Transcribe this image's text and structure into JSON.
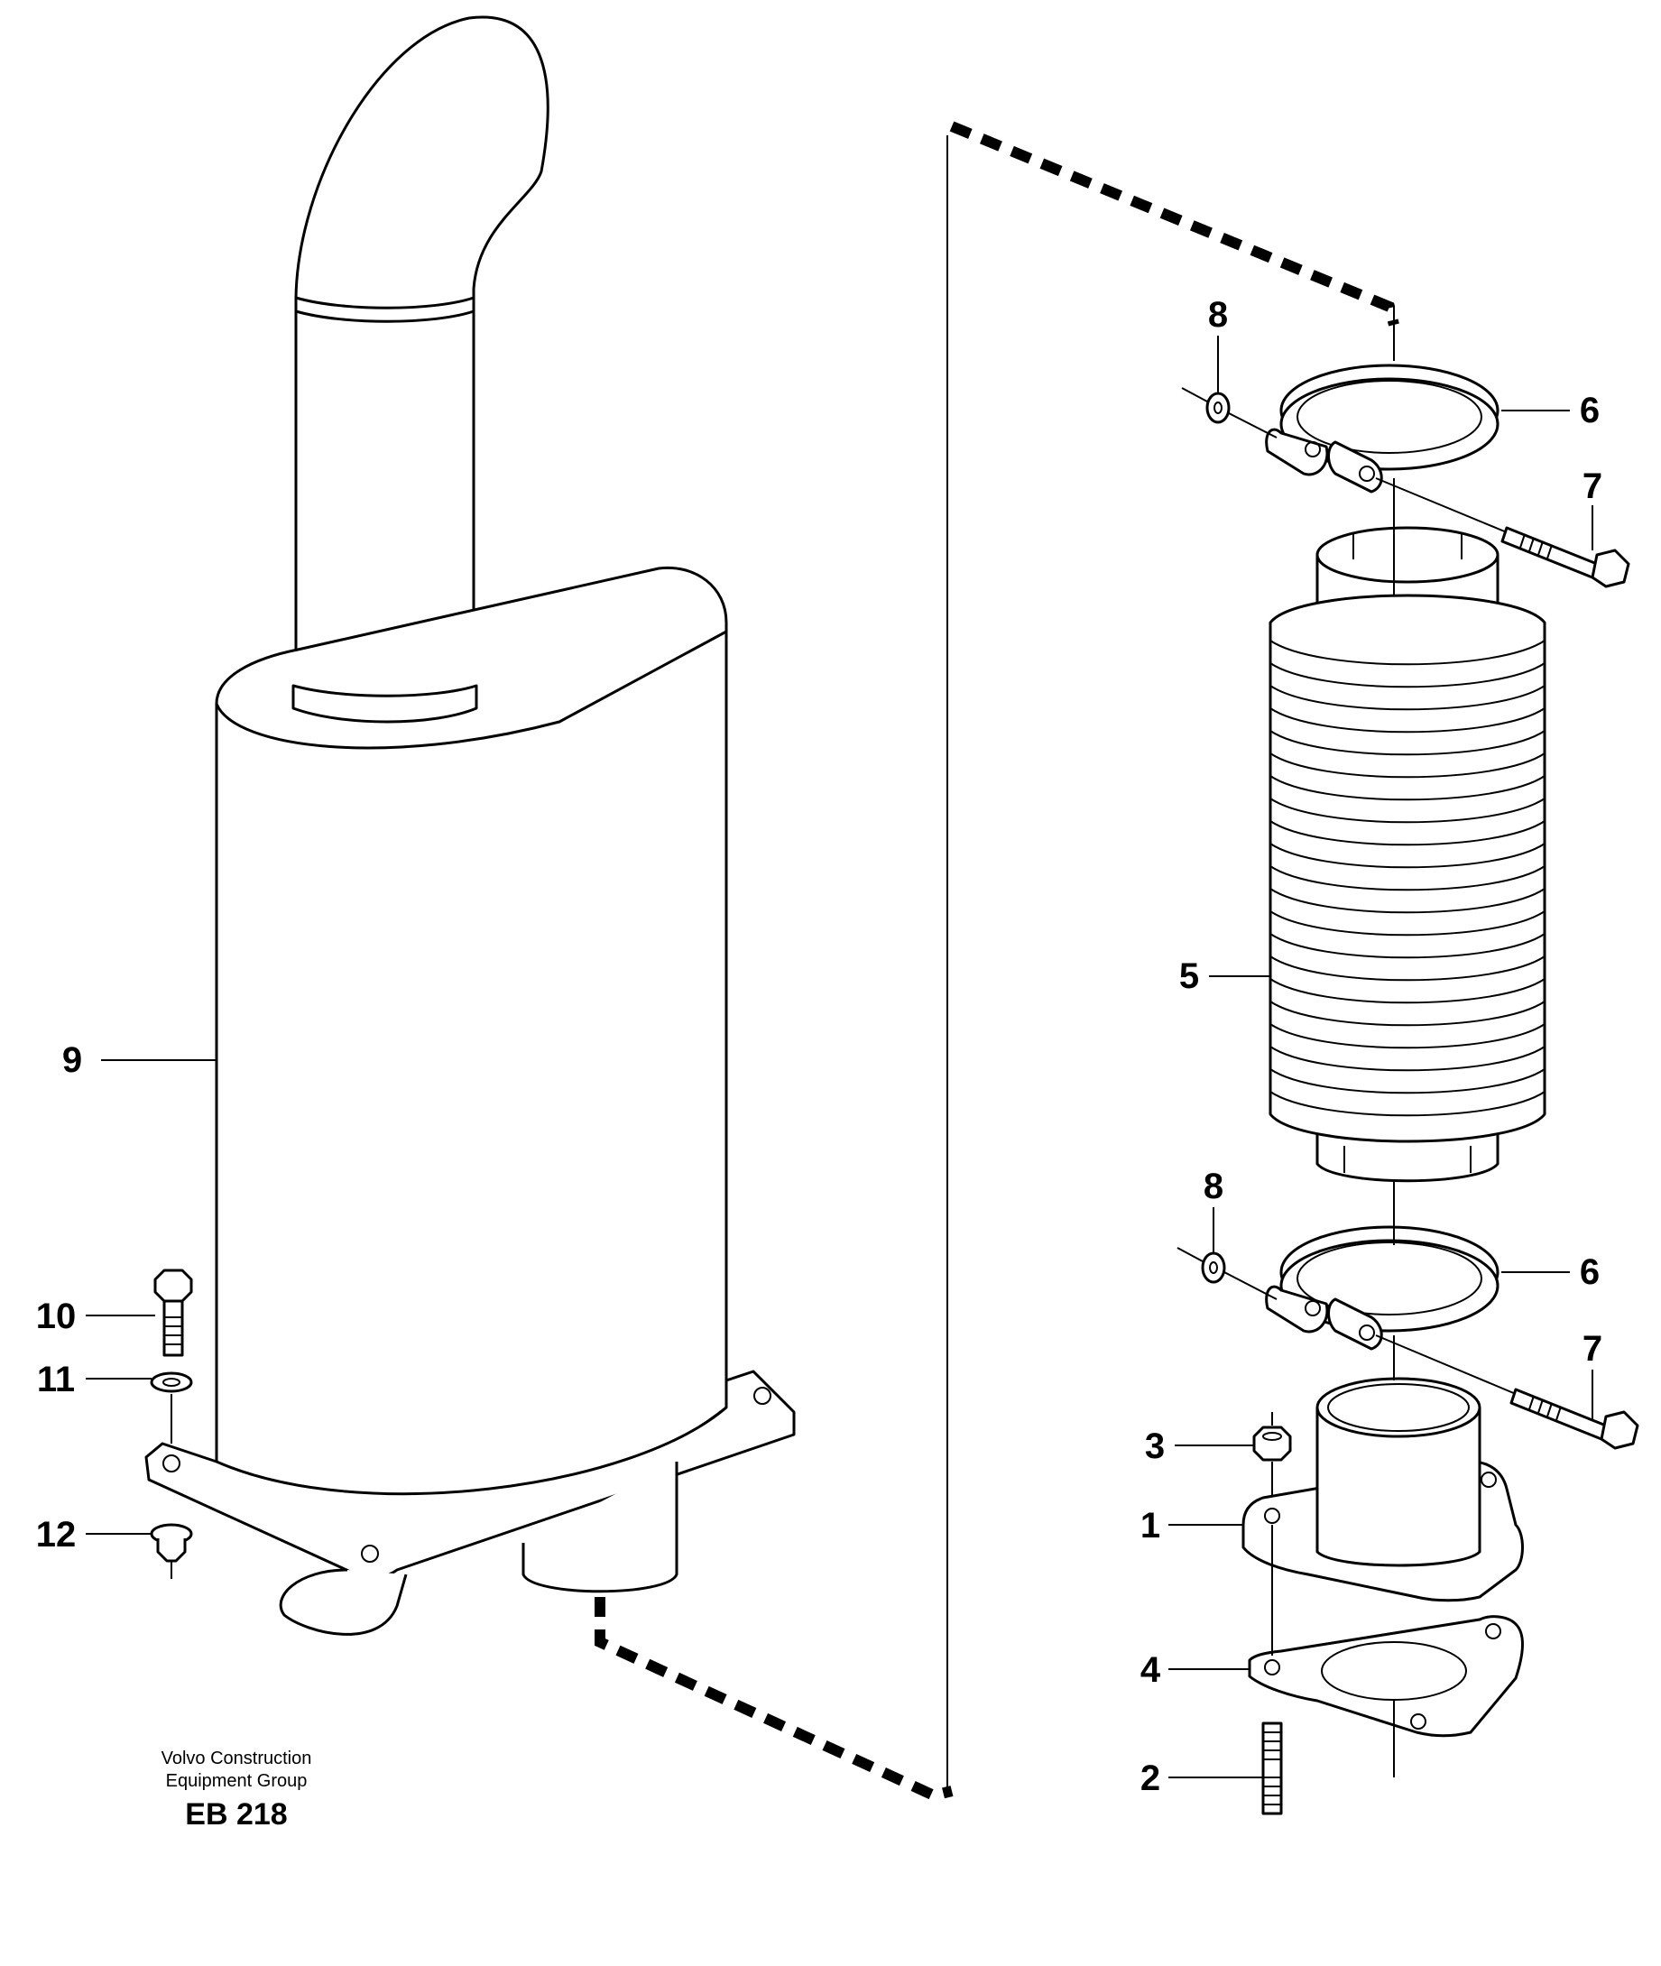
{
  "callouts": {
    "c1": "1",
    "c2": "2",
    "c3": "3",
    "c4": "4",
    "c5": "5",
    "c6a": "6",
    "c6b": "6",
    "c7a": "7",
    "c7b": "7",
    "c8a": "8",
    "c8b": "8",
    "c9": "9",
    "c10": "10",
    "c11": "11",
    "c12": "12"
  },
  "footer": {
    "line1": "Volvo Construction",
    "line2": "Equipment Group",
    "code": "EB 218"
  }
}
